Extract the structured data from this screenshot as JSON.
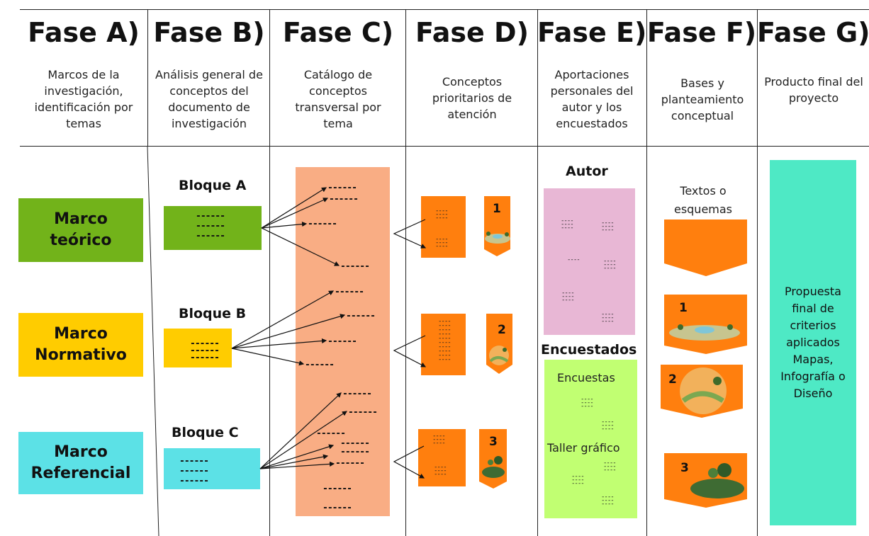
{
  "phases": [
    {
      "title": "Fase A)",
      "desc": "Marcos de la investigación, identificación por temas"
    },
    {
      "title": "Fase B)",
      "desc": "Análisis general de conceptos del documento de investigación"
    },
    {
      "title": "Fase C)",
      "desc": "Catálogo de conceptos transversal por tema"
    },
    {
      "title": "Fase D)",
      "desc": "Conceptos prioritarios de atención"
    },
    {
      "title": "Fase E)",
      "desc": "Aportaciones personales del autor y los encuestados"
    },
    {
      "title": "Fase F)",
      "desc": "Bases y planteamiento conceptual"
    },
    {
      "title": "Fase G)",
      "desc": "Producto final del proyecto"
    }
  ],
  "marcos": [
    {
      "label": "Marco teórico",
      "color": "#72b31a"
    },
    {
      "label": "Marco Normativo",
      "color": "#ffcc00"
    },
    {
      "label": "Marco Referencial",
      "color": "#5ce1e6"
    }
  ],
  "bloques": [
    {
      "label": "Bloque A",
      "color": "#72b31a"
    },
    {
      "label": "Bloque B",
      "color": "#ffcc00"
    },
    {
      "label": "Bloque C",
      "color": "#5ce1e6"
    }
  ],
  "dashes": {
    "long": "------",
    "short": "----"
  },
  "catalog_color": "#f9ad84",
  "concept_color": "#ff7f0e",
  "numbers": [
    "1",
    "2",
    "3"
  ],
  "faseE": {
    "autor": "Autor",
    "encuestados": "Encuestados",
    "encuestas": "Encuestas",
    "taller": "Taller gráfico",
    "autor_color": "#e8b7d5",
    "enc_color": "#c1ff72"
  },
  "faseF": {
    "textos": "Textos o esquemas"
  },
  "faseG": {
    "producto": "Propuesta final de criterios aplicados Mapas, Infografía o Diseño",
    "color": "#4ee9c5"
  }
}
